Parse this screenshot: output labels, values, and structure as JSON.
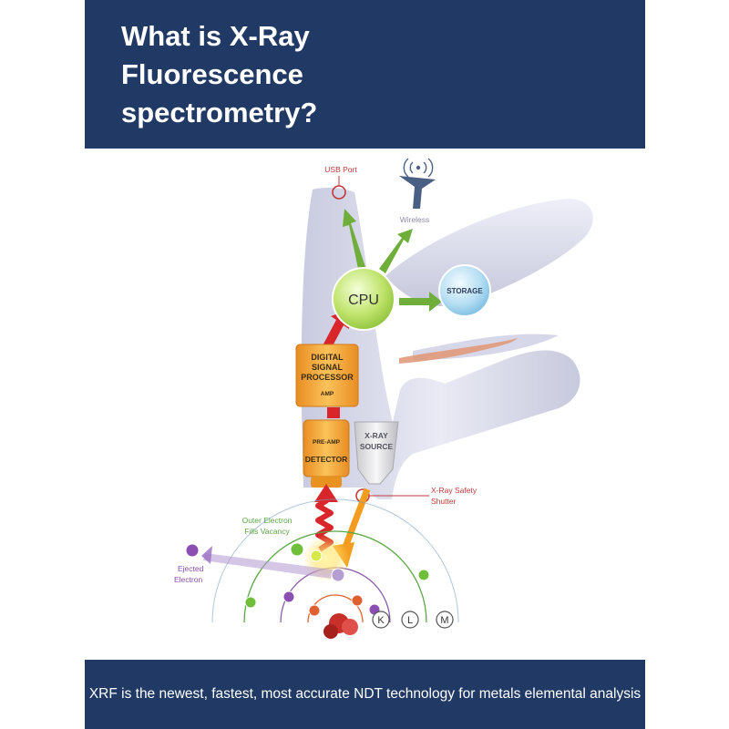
{
  "header": {
    "title_lines": [
      "What is X-Ray",
      "Fluorescence",
      "spectrometry?"
    ]
  },
  "diagram": {
    "usb_port": "USB Port",
    "wireless": "Wireless",
    "cpu": "CPU",
    "storage": "STORAGE",
    "dsp_lines": [
      "DIGITAL",
      "SIGNAL",
      "PROCESSOR"
    ],
    "amp": "AMP",
    "pre_amp": "PRE-AMP",
    "detector": "DETECTOR",
    "xray_source_lines": [
      "X-RAY",
      "SOURCE"
    ],
    "safety_shutter_lines": [
      "X-Ray Safety",
      "Shutter"
    ],
    "outer_electron_lines": [
      "Outer Electron",
      "Fills Vacancy"
    ],
    "ejected_electron_lines": [
      "Ejected",
      "Electron"
    ],
    "shells": [
      "K",
      "L",
      "M"
    ]
  },
  "footer": {
    "text": "XRF is the newest, fastest, most accurate NDT technology for metals elemental analysis"
  },
  "colors": {
    "banner": "#213a65",
    "cpu": "#a8d64a",
    "storage": "#8cc7e8",
    "orange_box": "#f0a43a",
    "arrow_green": "#6fae3a",
    "arrow_red": "#d8262b",
    "arrow_orange": "#f39c1e",
    "label_red": "#c0393b"
  }
}
